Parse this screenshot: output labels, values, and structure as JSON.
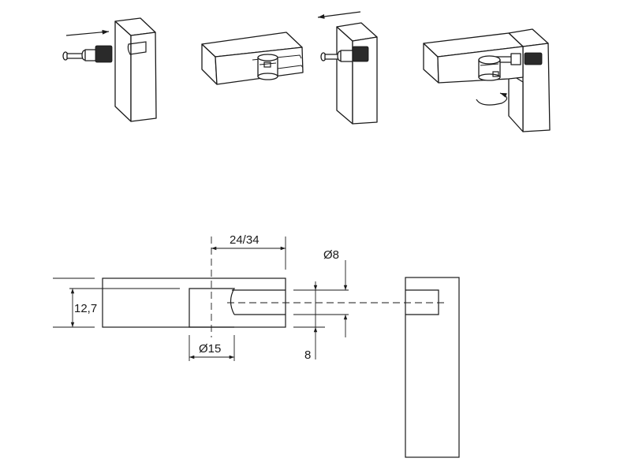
{
  "dimensions": {
    "length": "24/34",
    "thickness": "12,7",
    "cam_hole_diameter": "Ø15",
    "bolt_hole_diameter": "Ø8",
    "bolt_hole_offset": "8"
  },
  "colors": {
    "line": "#1a1a1a",
    "background": "#ffffff"
  }
}
